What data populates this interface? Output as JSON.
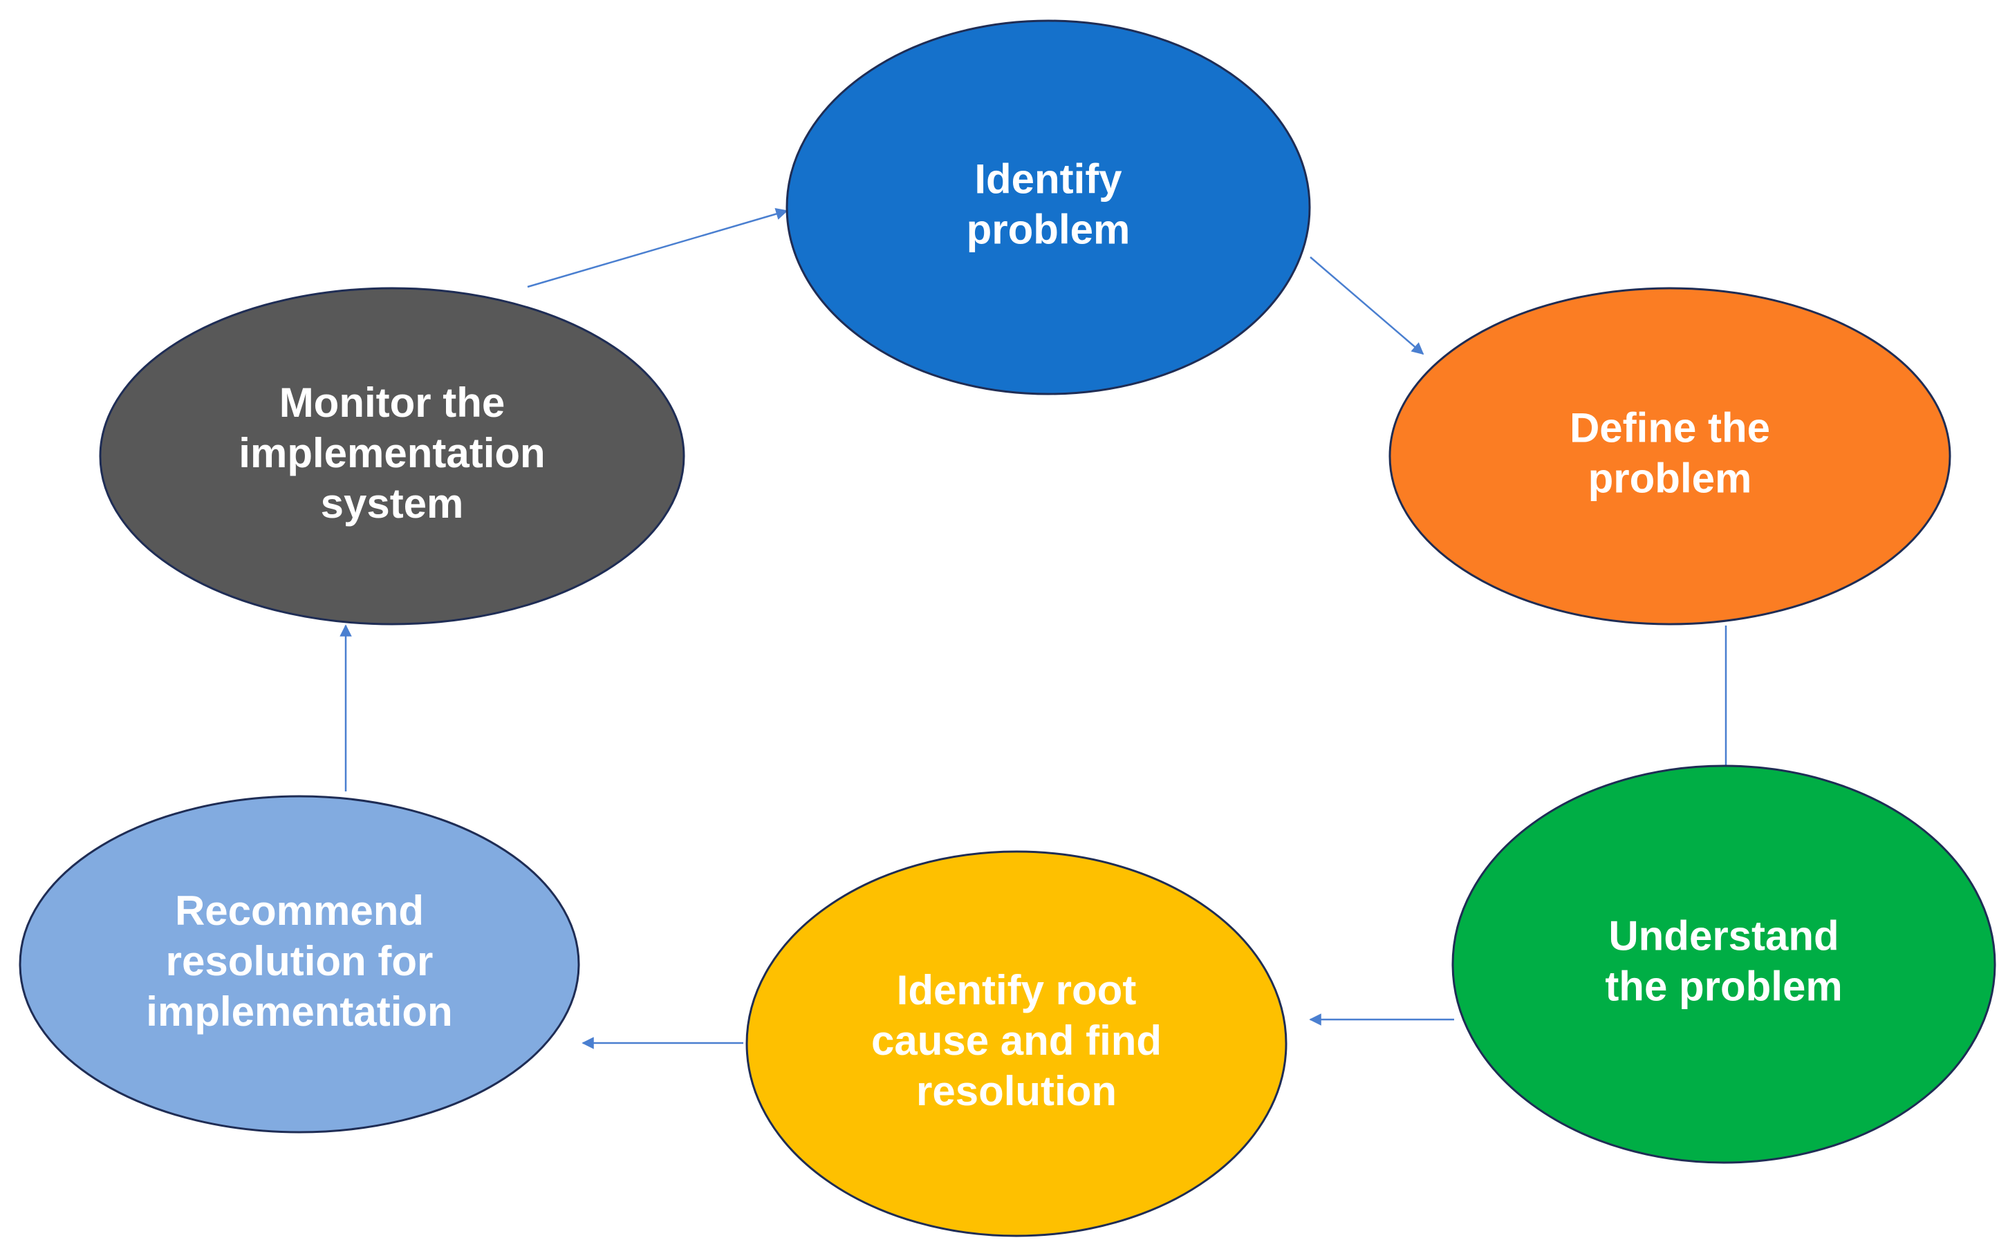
{
  "colors": {
    "arrow": "#4a7fd0",
    "outline": "#1f2d55",
    "text": "#ffffff"
  },
  "nodes": [
    {
      "id": "identify-problem",
      "lines": [
        "Identify",
        "problem"
      ],
      "fill": "#1571cb"
    },
    {
      "id": "define-problem",
      "lines": [
        "Define the",
        "problem"
      ],
      "fill": "#fb7d23"
    },
    {
      "id": "understand-problem",
      "lines": [
        "Understand",
        "the problem"
      ],
      "fill": "#00ae45"
    },
    {
      "id": "root-cause",
      "lines": [
        "Identify root",
        "cause and find",
        "resolution"
      ],
      "fill": "#fec000"
    },
    {
      "id": "recommend-resolution",
      "lines": [
        "Recommend",
        "resolution for",
        "implementation"
      ],
      "fill": "#82abe0"
    },
    {
      "id": "monitor-implementation",
      "lines": [
        "Monitor the",
        "implementation",
        "system"
      ],
      "fill": "#585858"
    }
  ],
  "edges": [
    {
      "from": "identify-problem",
      "to": "define-problem"
    },
    {
      "from": "define-problem",
      "to": "understand-problem"
    },
    {
      "from": "understand-problem",
      "to": "root-cause"
    },
    {
      "from": "root-cause",
      "to": "recommend-resolution"
    },
    {
      "from": "recommend-resolution",
      "to": "monitor-implementation"
    },
    {
      "from": "monitor-implementation",
      "to": "identify-problem"
    }
  ]
}
